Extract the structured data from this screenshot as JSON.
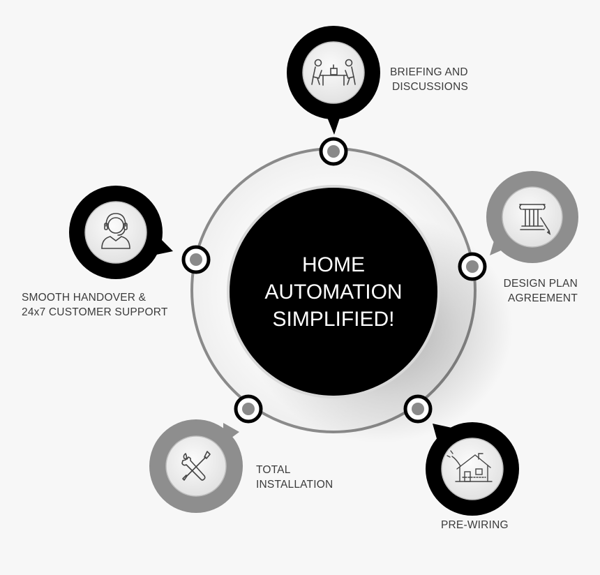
{
  "center": {
    "line1": "HOME",
    "line2": "AUTOMATION",
    "line3": "SIMPLIFIED!"
  },
  "steps": [
    {
      "id": "briefing",
      "line1": "BRIEFING AND",
      "line2": "DISCUSSIONS",
      "icon": "meeting-icon",
      "badge_color": "#000000"
    },
    {
      "id": "design",
      "line1": "DESIGN PLAN",
      "line2": "AGREEMENT",
      "icon": "pillar-blueprint-icon",
      "badge_color": "#8e8e8e"
    },
    {
      "id": "prewiring",
      "line1": "PRE-WIRING",
      "icon": "house-wiring-icon",
      "badge_color": "#000000"
    },
    {
      "id": "installation",
      "line1": "TOTAL",
      "line2": "INSTALLATION",
      "icon": "tools-icon",
      "badge_color": "#8e8e8e"
    },
    {
      "id": "support",
      "line1": "SMOOTH HANDOVER &",
      "line2": "24x7 CUSTOMER SUPPORT",
      "icon": "headset-support-icon",
      "badge_color": "#000000"
    }
  ],
  "colors": {
    "ring": "#8a8a8a",
    "dark": "#000000",
    "grey": "#8e8e8e",
    "icon_disc": "#ececec",
    "text": "#3b3b3b",
    "background": "#f7f7f7"
  }
}
